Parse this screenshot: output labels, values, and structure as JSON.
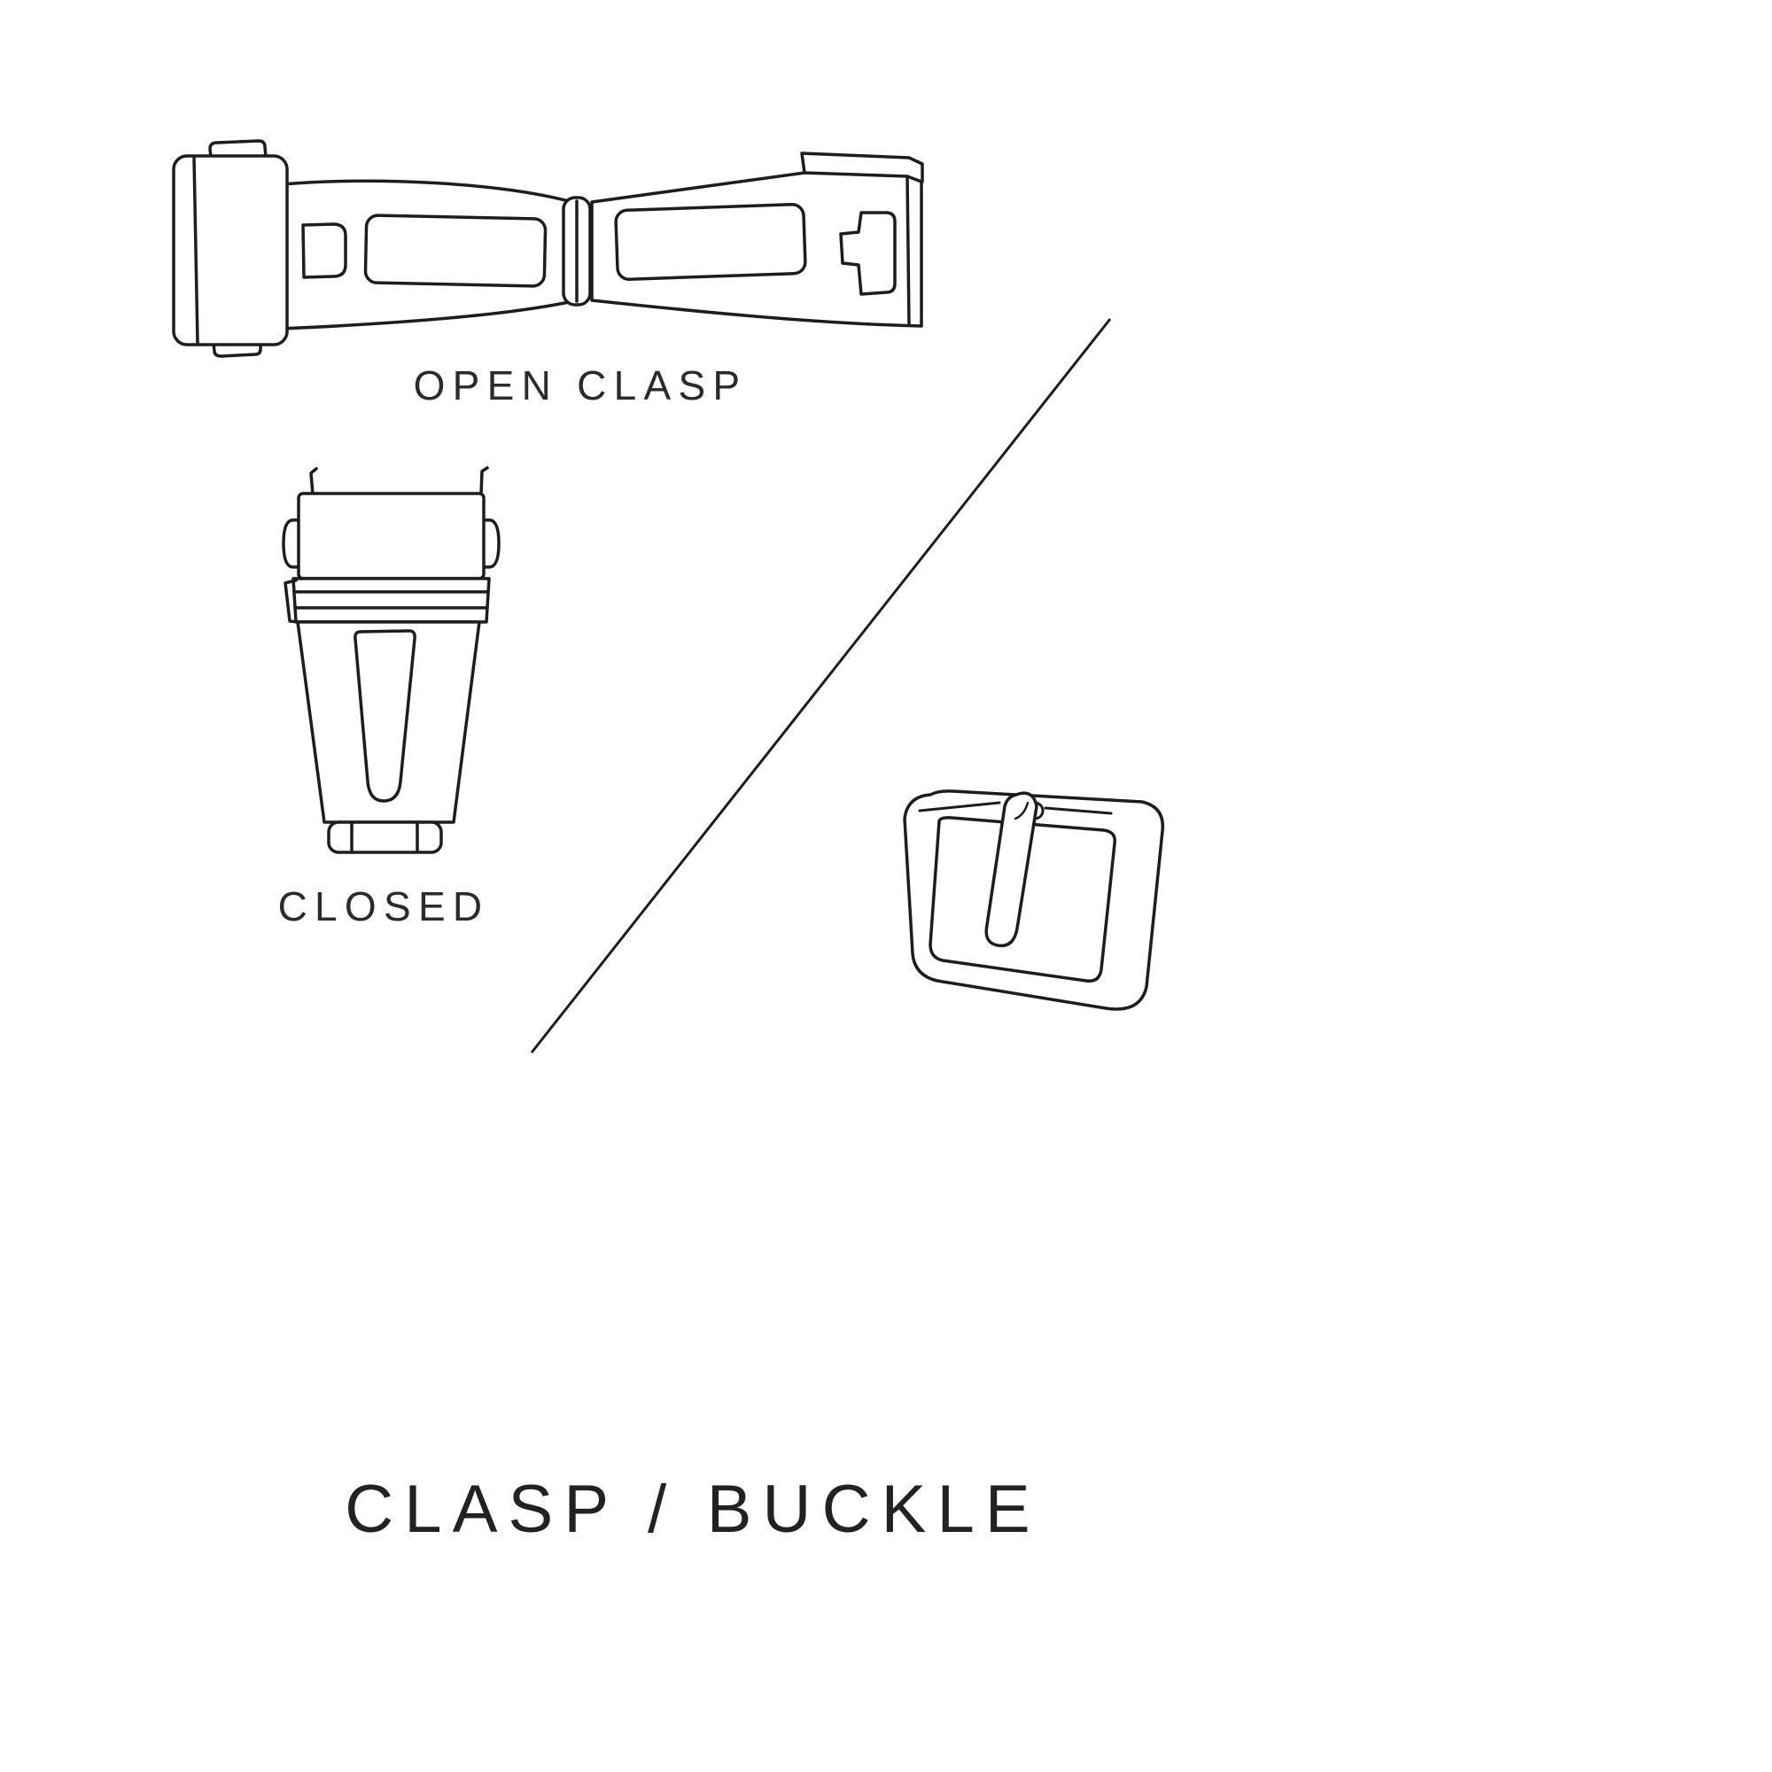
{
  "page": {
    "title": "CLASP / BUCKLE",
    "background_color": "#ffffff",
    "line_color": "#1d1d1d",
    "text_color": "#2b2b2b"
  },
  "labels": {
    "open_clasp": "OPEN CLASP",
    "closed": "CLOSED"
  },
  "icons": {
    "open_clasp_illustration": "open-clasp-drawing",
    "closed_clasp_illustration": "closed-clasp-drawing",
    "buckle_illustration": "tang-buckle-drawing",
    "divider": "diagonal-divider-line"
  }
}
